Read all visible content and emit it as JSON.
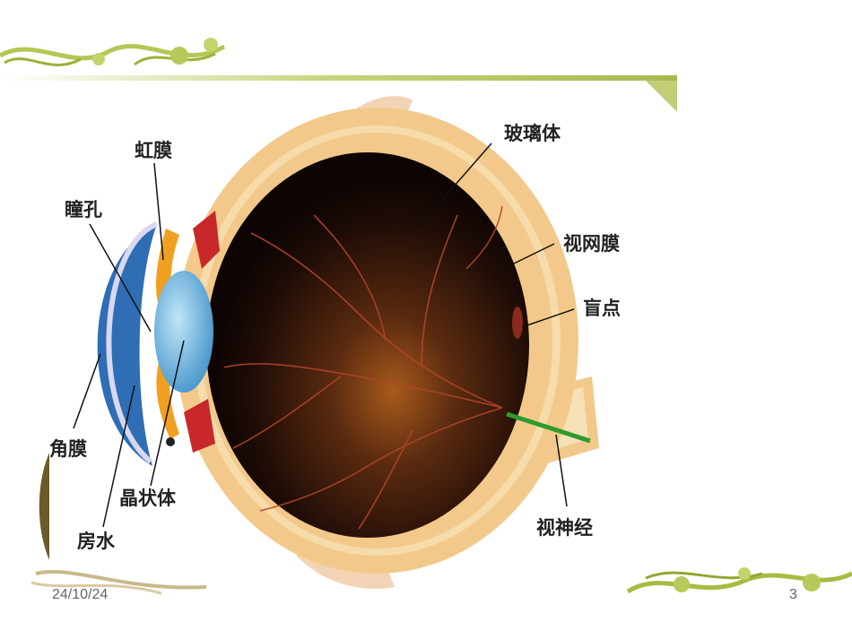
{
  "labels": {
    "iris": "虹膜",
    "pupil": "瞳孔",
    "cornea": "角膜",
    "lens": "晶状体",
    "aqueous": "房水",
    "vitreous": "玻璃体",
    "retina": "视网膜",
    "blind_spot": "盲点",
    "optic_nerve": "视神经"
  },
  "footer": {
    "date": "24/10/24",
    "page": "3"
  },
  "colors": {
    "accent_green": "#a9c04a",
    "sclera": "#f2c98a",
    "interior": "#1a0a06",
    "cornea_blue": "#2f6db5",
    "lens_blue": "#6fb7e3",
    "iris_orange": "#f0a020",
    "ciliary_red": "#c8282a",
    "optic_nerve_green": "#2e9a2e"
  }
}
